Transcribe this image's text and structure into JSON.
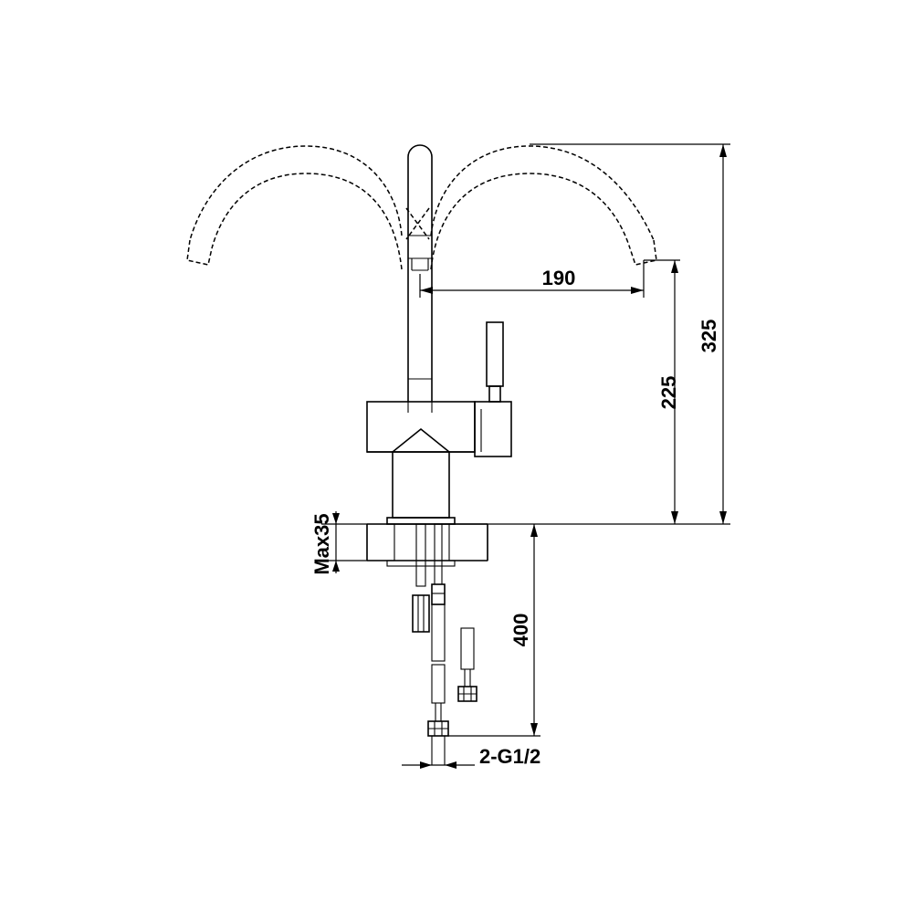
{
  "dimensions": {
    "overall_height": "325",
    "spout_height": "225",
    "spout_reach": "190",
    "deck_thickness": "Max35",
    "hose_length": "400",
    "connection": "2-G1/2"
  }
}
